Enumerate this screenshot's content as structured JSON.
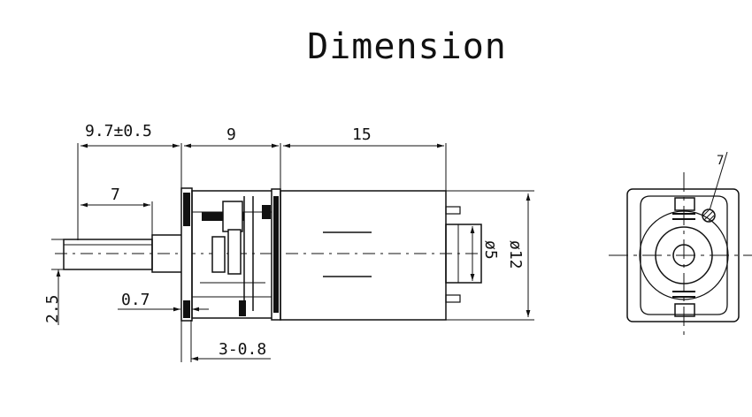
{
  "title": "Dimension",
  "dimensions": {
    "output_shaft_length": "9.7±0.5",
    "gearbox_length": "9",
    "motor_length": "15",
    "shaft_flat_length": "7",
    "shaft_diameter": "2.5",
    "flat_depth": "0.7",
    "mount_thread": "3-0.8",
    "brush_cap_diameter": "ø5",
    "motor_diameter": "ø12",
    "side_callout": "7"
  }
}
